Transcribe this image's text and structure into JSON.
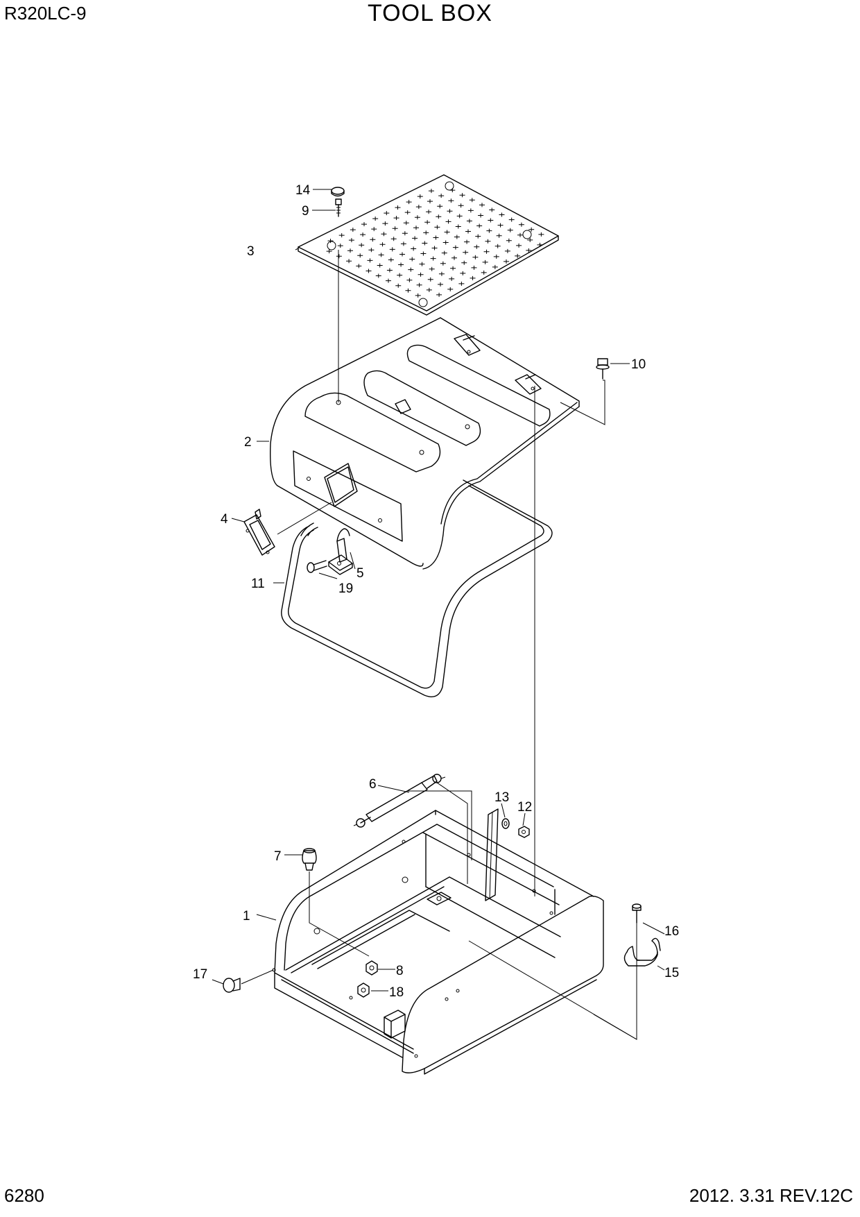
{
  "header": {
    "model": "R320LC-9",
    "title": "TOOL BOX"
  },
  "footer": {
    "page_number": "6280",
    "revision": "2012. 3.31  REV.12C"
  },
  "callouts": [
    "1",
    "2",
    "3",
    "4",
    "5",
    "6",
    "7",
    "8",
    "9",
    "10",
    "11",
    "12",
    "13",
    "14",
    "15",
    "16",
    "17",
    "18",
    "19"
  ]
}
